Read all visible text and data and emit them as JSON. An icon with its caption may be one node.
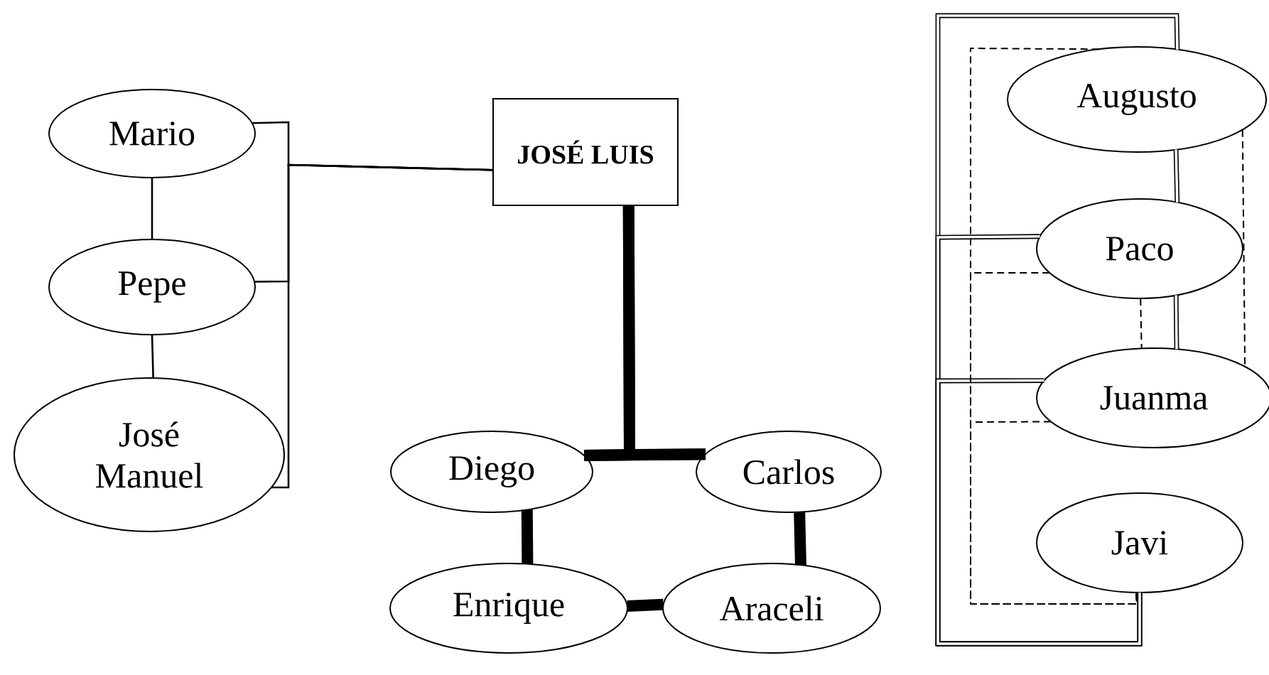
{
  "diagram": {
    "nodes": [
      {
        "text": [
          "Mario"
        ]
      },
      {
        "text": [
          "Pepe"
        ]
      },
      {
        "text": [
          "José Manuel"
        ]
      },
      {
        "text": [
          "JOSÉ LUIS"
        ]
      },
      {
        "text": [
          "Diego"
        ]
      },
      {
        "text": [
          "Carlos"
        ]
      },
      {
        "text": [
          "Enrique"
        ]
      },
      {
        "text": [
          "Araceli"
        ]
      },
      {
        "text": [
          "Augusto"
        ]
      },
      {
        "text": [
          "Paco"
        ]
      },
      {
        "text": [
          "Juanma"
        ]
      },
      {
        "text": [
          "Javi"
        ]
      }
    ],
    "edges": [
      {
        "from": 0,
        "to": 1,
        "arrow": "none"
      },
      {
        "from": 1,
        "to": 2,
        "arrow": "none"
      },
      {
        "from": 0,
        "to": 3,
        "arrow": "none"
      },
      {
        "from": 1,
        "to": 3,
        "arrow": "none"
      },
      {
        "from": 2,
        "to": 3,
        "arrow": "none"
      },
      {
        "from": 3,
        "to": 4,
        "arrow": "none",
        "style": "thick"
      },
      {
        "from": 3,
        "to": 5,
        "arrow": "none",
        "style": "thick"
      },
      {
        "from": 4,
        "to": 5,
        "arrow": "none",
        "style": "thick"
      },
      {
        "from": 4,
        "to": 6,
        "arrow": "none",
        "style": "thick"
      },
      {
        "from": 5,
        "to": 7,
        "arrow": "none",
        "style": "thick"
      },
      {
        "from": 6,
        "to": 7,
        "arrow": "none",
        "style": "thick"
      },
      {
        "from": 8,
        "to": 9,
        "arrow": "none"
      },
      {
        "from": 9,
        "to": 10,
        "arrow": "none"
      },
      {
        "from": 8,
        "to": 11,
        "arrow": "none"
      },
      {
        "from": 9,
        "to": 11,
        "arrow": "none"
      },
      {
        "from": 10,
        "to": 11,
        "arrow": "none"
      },
      {
        "from": 8,
        "to": 11,
        "arrow": "none",
        "style": "dashed"
      },
      {
        "from": 9,
        "to": 11,
        "arrow": "none",
        "style": "dashed"
      },
      {
        "from": 10,
        "to": 11,
        "arrow": "none",
        "style": "dashed"
      },
      {
        "from": 8,
        "to": 10,
        "arrow": "none",
        "style": "dashed"
      },
      {
        "from": 9,
        "to": 10,
        "arrow": "none",
        "style": "dashed"
      }
    ]
  }
}
